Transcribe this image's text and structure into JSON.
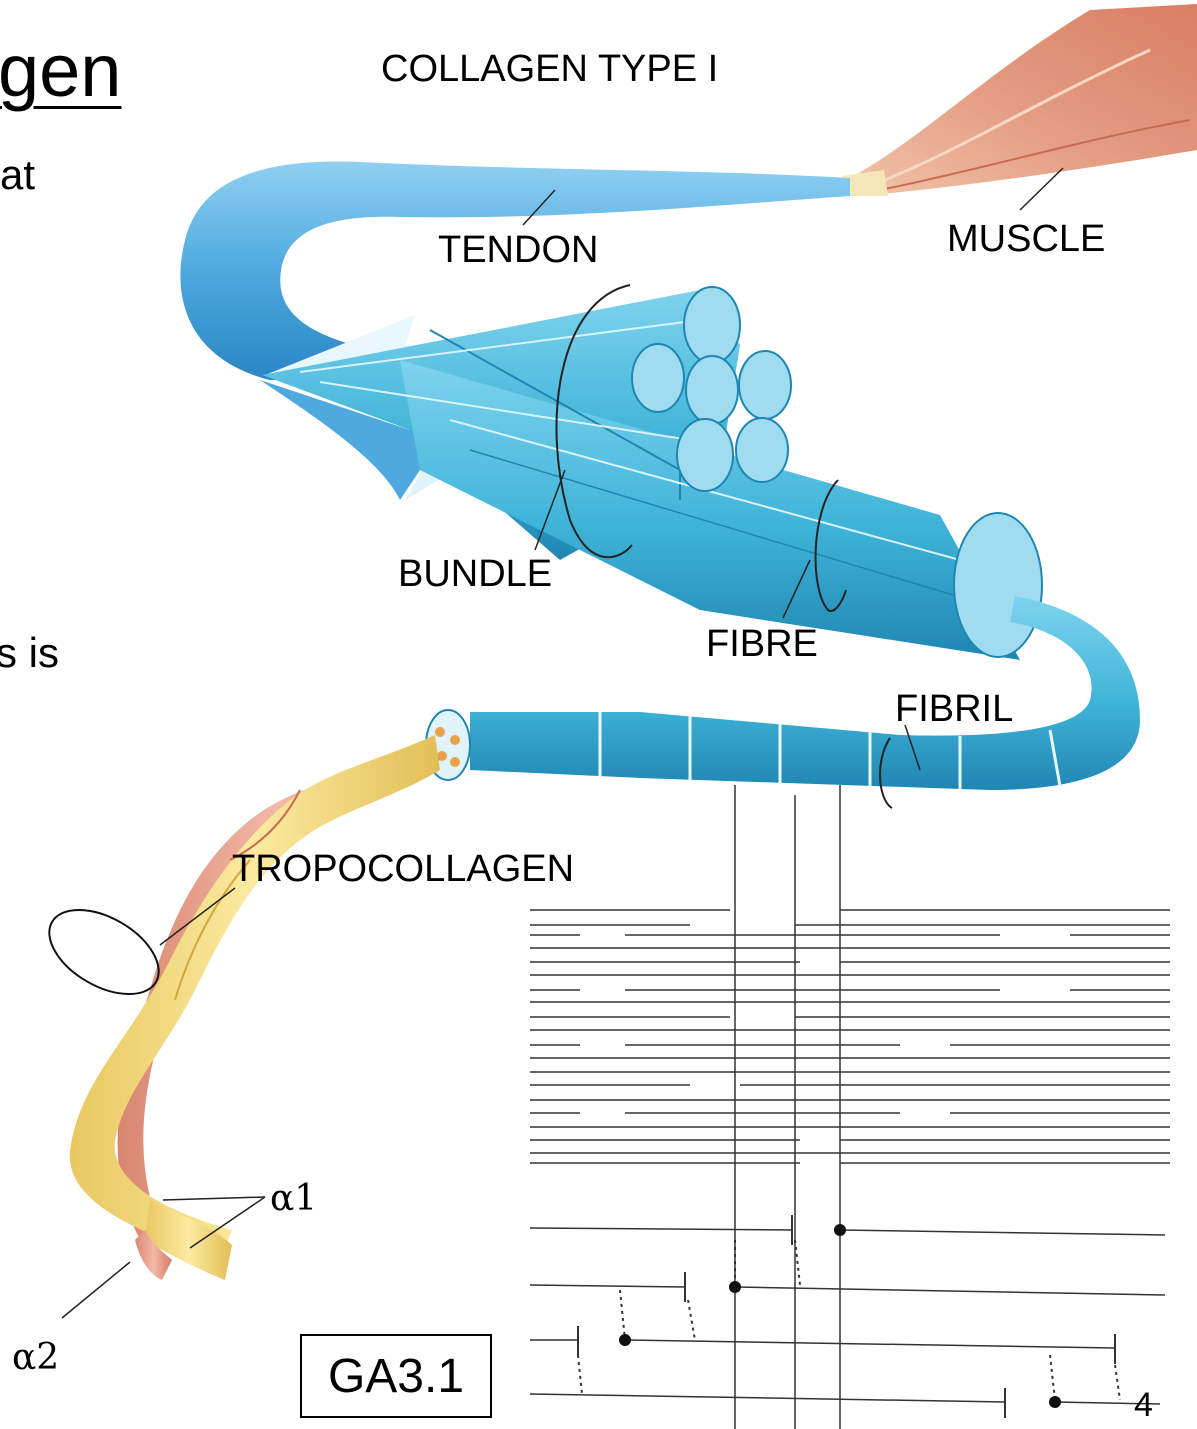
{
  "slide": {
    "title_fragment": "gen",
    "body_fragments": [
      "at",
      "s is"
    ],
    "page_number": "4"
  },
  "diagram": {
    "title": "COLLAGEN TYPE I",
    "labels": {
      "tendon": "TENDON",
      "muscle": "MUSCLE",
      "bundle": "BUNDLE",
      "fibre": "FIBRE",
      "fibril": "FIBRIL",
      "tropocollagen": "TROPOCOLLAGEN",
      "alpha1": "α1",
      "alpha2": "α2"
    },
    "figure_id": "GA3.1"
  },
  "colors": {
    "tendon_blue": "#4ea9df",
    "fibre_cyan": "#3fb4d8",
    "fibre_dark": "#1f86b3",
    "muscle_pink": "#e39a80",
    "helix_yellow": "#f4dc82",
    "helix_pink": "#e8a08e"
  }
}
